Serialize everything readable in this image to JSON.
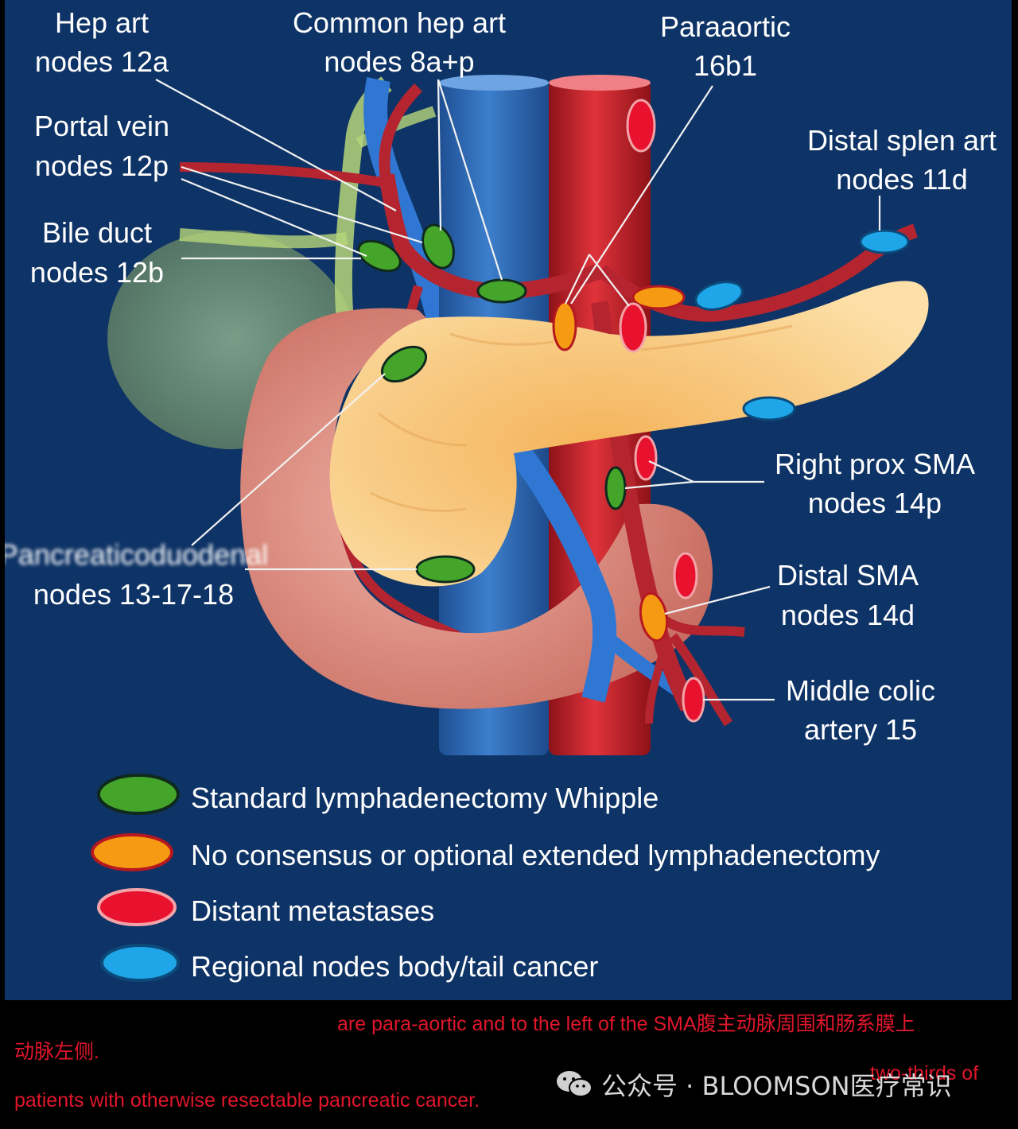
{
  "labels": {
    "hep_art": [
      "Hep art",
      "nodes 12a"
    ],
    "common_hep": [
      "Common hep art",
      "nodes 8a+p"
    ],
    "paraaortic": [
      "Paraaortic",
      "16b1"
    ],
    "portal_vein": [
      "Portal vein",
      "nodes 12p"
    ],
    "splen": [
      "Distal splen art",
      "nodes 11d"
    ],
    "bile_duct": [
      "Bile duct",
      "nodes 12b"
    ],
    "right_sma": [
      "Right prox SMA",
      "nodes 14p"
    ],
    "pancreaticoduodenal": [
      "Pancreaticoduodenal",
      "nodes 13-17-18"
    ],
    "distal_sma": [
      "Distal SMA",
      "nodes 14d"
    ],
    "middle_colic": [
      "Middle colic",
      "artery 15"
    ]
  },
  "legend": [
    {
      "label": "Standard lymphadenectomy Whipple",
      "color": "#45a52a"
    },
    {
      "label": "No consensus or optional extended lymphadenectomy",
      "color": "#f59a12"
    },
    {
      "label": "Distant metastases",
      "color": "#e8122f"
    },
    {
      "label": "Regional nodes body/tail cancer",
      "color": "#1fa6e8"
    }
  ],
  "colors": {
    "background": "#0e3366",
    "artery": "#b52530",
    "vein": "#2f77d3",
    "pancreas": "#f7c57a",
    "duodenum": "#d9887c",
    "gallbladder": "#6a8f79",
    "bile_duct": "#b6d67a"
  },
  "caption": {
    "line1": "are para-aortic and to the left of the SMA腹主动脉周围和肠系膜上",
    "line2": "动脉左侧.",
    "line3": "two-thirds of",
    "line4": "patients with otherwise resectable pancreatic cancer."
  },
  "watermark": {
    "text": "公众号 · BLOOMSON医疗常识",
    "icon": "wechat-icon"
  }
}
